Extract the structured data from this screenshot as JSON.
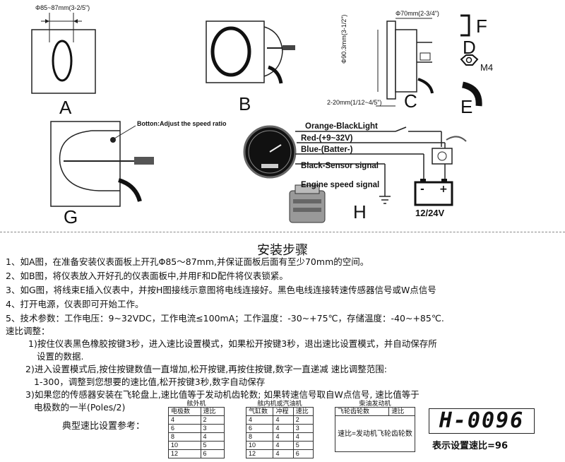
{
  "figures": {
    "A": {
      "label": "A",
      "dim": "Φ85~87mm(3-2/5\")"
    },
    "B": {
      "label": "B"
    },
    "C": {
      "label": "C",
      "width_dim": "Φ70mm(2-3/4\")",
      "height_dim": "Φ90.3mm(3-1/2\")",
      "depth_dim": "2-20mm(1/12~4/5\")"
    },
    "D": {
      "label": "D",
      "nut": "M4"
    },
    "E": {
      "label": "E"
    },
    "F": {
      "label": "F"
    },
    "G": {
      "label": "G",
      "button_note": "Botton:Adjust the speed ratio"
    },
    "H": {
      "label": "H",
      "wires": [
        "Orange-BlackLight",
        "Red-(+9~32V)",
        "Blue-(Batter-)",
        "Black-Sensor signal",
        "Engine speed signal"
      ],
      "battery": "12/24V",
      "battery_minus": "-",
      "battery_plus": "+"
    }
  },
  "instructions": {
    "title": "安装步骤",
    "lines": [
      "1、如A图，在准备安装仪表面板上开孔Φ85～87mm,并保证面板后面有至少70mm的空间。",
      "2、如B图，将仪表放入开好孔的仪表面板中,并用F和D配件将仪表锁紧。",
      "3、如G图，将线束E插入仪表中，并按H图接线示意图将电线连接好。黑色电线连接转速传感器信号或W点信号",
      "4、打开电源，仪表即可开始工作。",
      "5、技术参数：工作电压：9~32VDC，工作电流≤100mA；工作温度：-30~+75℃，存储温度：-40~+85℃.",
      "速比调整：",
      "1)按住仪表黑色橡胶按键3秒，进入速比设置模式，如果松开按键3秒，退出速比设置模式，并自动保存所",
      "设置的数据.",
      "2)进入设置模式后,按住按键数值一直增加,松开按键,再按住按键,数字一直递减  速比调整范围:",
      "1-300，调整到您想要的速比值,松开按键3秒,数字自动保存",
      "3)如果您的传感器安装在飞轮盘上,速比值等于发动机齿轮数; 如果转速信号取自W点信号, 速比值等于",
      "电极数的一半(Poles/2)"
    ]
  },
  "reference": {
    "label": "典型速比设置参考：",
    "table1": {
      "caption": "舷外机",
      "headers": [
        "电极数",
        "速比"
      ],
      "rows": [
        [
          "4",
          "2"
        ],
        [
          "6",
          "3"
        ],
        [
          "8",
          "4"
        ],
        [
          "10",
          "5"
        ],
        [
          "12",
          "6"
        ]
      ]
    },
    "table2": {
      "caption": "舷内机或汽油机",
      "headers": [
        "气缸数",
        "冲程",
        "速比"
      ],
      "rows": [
        [
          "4",
          "4",
          "2"
        ],
        [
          "6",
          "4",
          "3"
        ],
        [
          "8",
          "4",
          "4"
        ],
        [
          "10",
          "4",
          "5"
        ],
        [
          "12",
          "4",
          "6"
        ]
      ]
    },
    "table3": {
      "caption": "柴油发动机",
      "headers": [
        "飞轮齿轮数",
        "速比"
      ],
      "note": "速比=发动机飞轮齿轮数"
    },
    "display": "H-0096",
    "display_caption": "表示设置速比=96"
  }
}
